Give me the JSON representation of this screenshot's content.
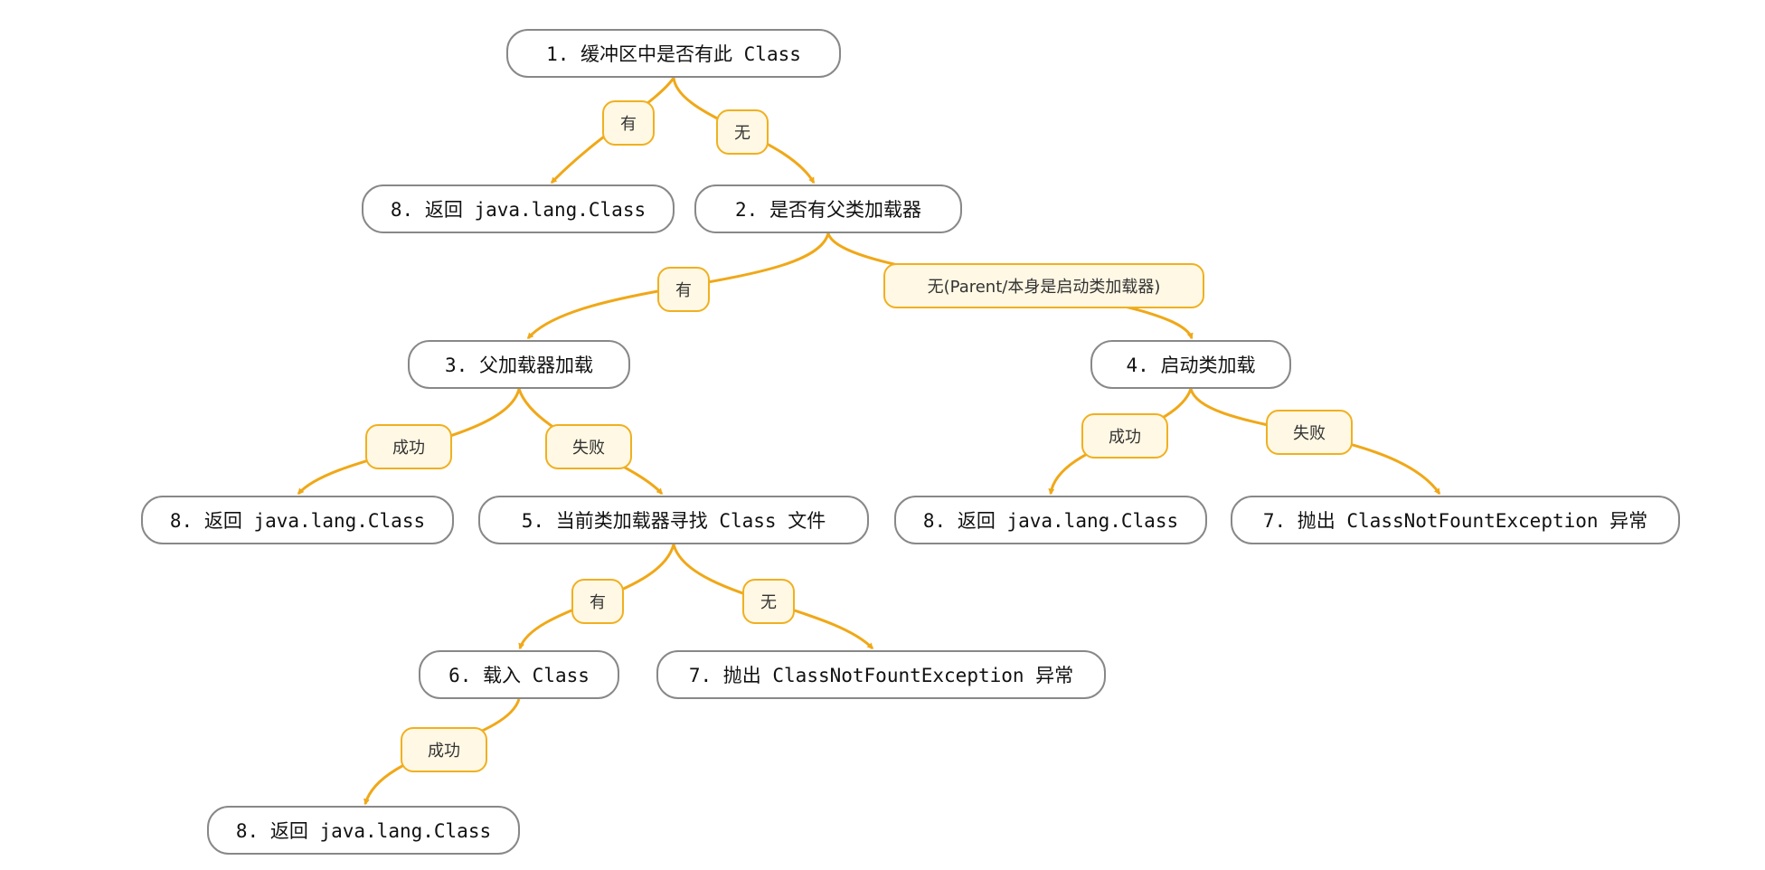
{
  "colors": {
    "edge": "#f0a818",
    "edge_label_border": "#f0b020",
    "edge_label_fill": "#fff8e4",
    "node_border": "#888888"
  },
  "nodes": [
    {
      "id": "n1",
      "text": "1. 缓冲区中是否有此 Class"
    },
    {
      "id": "n8a",
      "text": "8. 返回 java.lang.Class"
    },
    {
      "id": "n2",
      "text": "2. 是否有父类加载器"
    },
    {
      "id": "n3",
      "text": "3. 父加载器加载"
    },
    {
      "id": "n4",
      "text": "4. 启动类加载"
    },
    {
      "id": "n8b",
      "text": "8. 返回 java.lang.Class"
    },
    {
      "id": "n5",
      "text": "5. 当前类加载器寻找 Class 文件"
    },
    {
      "id": "n8c",
      "text": "8. 返回 java.lang.Class"
    },
    {
      "id": "n7a",
      "text": "7. 抛出 ClassNotFountException 异常"
    },
    {
      "id": "n6",
      "text": "6. 载入 Class"
    },
    {
      "id": "n7b",
      "text": "7. 抛出 ClassNotFountException 异常"
    },
    {
      "id": "n8d",
      "text": "8. 返回 java.lang.Class"
    }
  ],
  "edges": [
    {
      "from": "n1",
      "to": "n8a",
      "label": "有"
    },
    {
      "from": "n1",
      "to": "n2",
      "label": "无"
    },
    {
      "from": "n2",
      "to": "n3",
      "label": "有"
    },
    {
      "from": "n2",
      "to": "n4",
      "label": "无(Parent/本身是启动类加载器)"
    },
    {
      "from": "n3",
      "to": "n8b",
      "label": "成功"
    },
    {
      "from": "n3",
      "to": "n5",
      "label": "失败"
    },
    {
      "from": "n4",
      "to": "n8c",
      "label": "成功"
    },
    {
      "from": "n4",
      "to": "n7a",
      "label": "失败"
    },
    {
      "from": "n5",
      "to": "n6",
      "label": "有"
    },
    {
      "from": "n5",
      "to": "n7b",
      "label": "无"
    },
    {
      "from": "n6",
      "to": "n8d",
      "label": "成功"
    }
  ]
}
